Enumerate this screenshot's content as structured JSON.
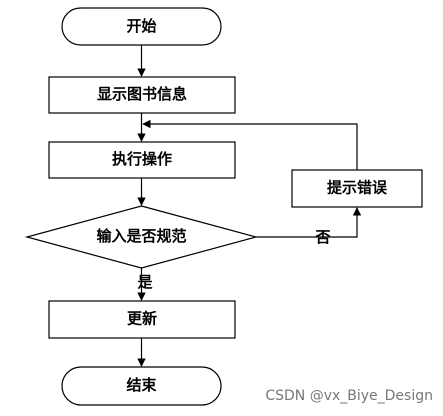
{
  "nodes": {
    "start": "开始",
    "show_info": "显示图书信息",
    "execute": "执行操作",
    "decision": "输入是否规范",
    "error": "提示错误",
    "update": "更新",
    "end": "结束"
  },
  "edges": {
    "yes": "是",
    "no": "否"
  },
  "watermark": "CSDN @vx_Biye_Design"
}
